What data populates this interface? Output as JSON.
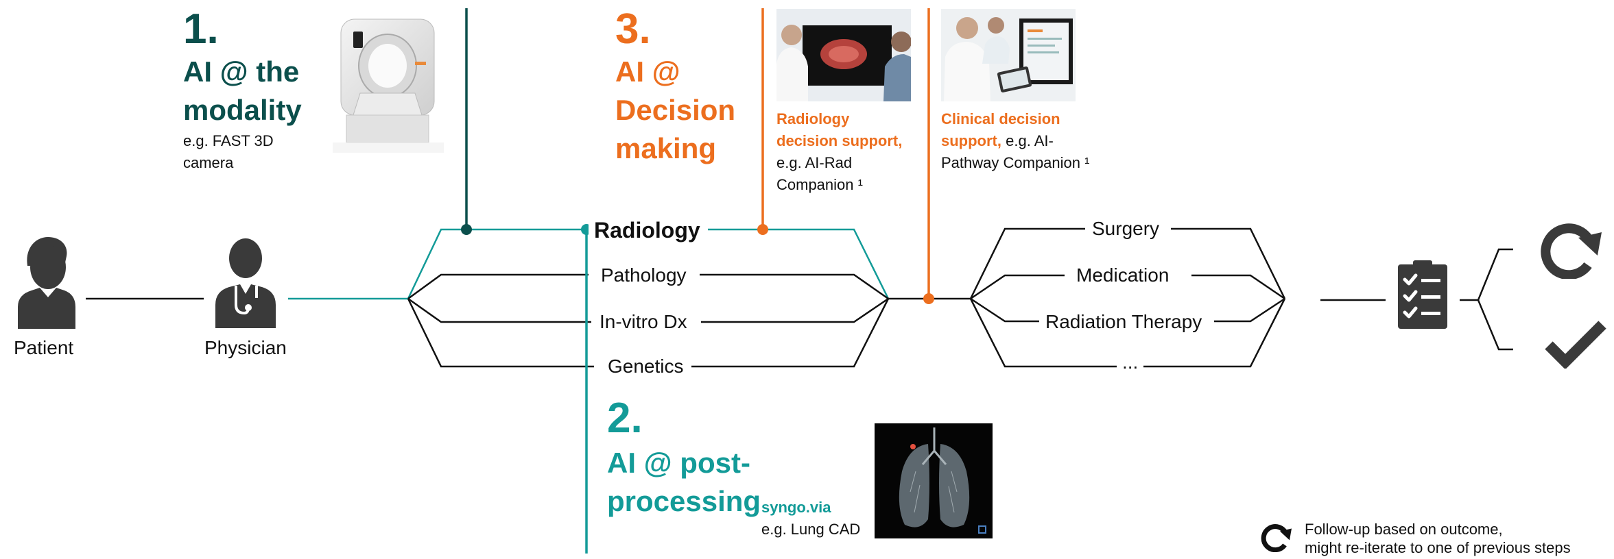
{
  "steps": {
    "modality": {
      "number": "1.",
      "title_line1": "AI @ the",
      "title_line2": "modality",
      "desc_line1": "e.g. FAST 3D",
      "desc_line2": "camera"
    },
    "postprocessing": {
      "number": "2.",
      "title_line1": "AI @ post-",
      "title_line2": "processing",
      "brand": "syngo.via",
      "desc": "e.g. Lung CAD"
    },
    "decision": {
      "number": "3.",
      "title_line1": "AI @",
      "title_line2": "Decision",
      "title_line3": "making"
    }
  },
  "decision_support": {
    "radiology": {
      "bold_line1": "Radiology",
      "bold_line2": "decision support,",
      "line3": "e.g. AI-Rad",
      "line4": "Companion ¹"
    },
    "clinical": {
      "bold_line1": "Clinical decision",
      "bold_line2": "support,",
      "line2_rest": " e.g. AI-",
      "line3": "Pathway Companion ¹"
    }
  },
  "actors": {
    "patient": "Patient",
    "physician": "Physician"
  },
  "diagnostics": [
    "Radiology",
    "Pathology",
    "In-vitro Dx",
    "Genetics"
  ],
  "therapies": [
    "Surgery",
    "Medication",
    "Radiation Therapy",
    "..."
  ],
  "legend": {
    "line1": "Follow-up based on outcome,",
    "line2": "might re-iterate to one of previous steps"
  },
  "icons": [
    "patient-icon",
    "physician-icon",
    "ct-scanner-image",
    "lung-scan-image",
    "checklist-icon",
    "refresh-icon",
    "checkmark-icon"
  ],
  "colors": {
    "teal_dark": "#0b4f4c",
    "teal": "#139b98",
    "orange": "#ec6e1e",
    "icon": "#3a3a3a"
  }
}
